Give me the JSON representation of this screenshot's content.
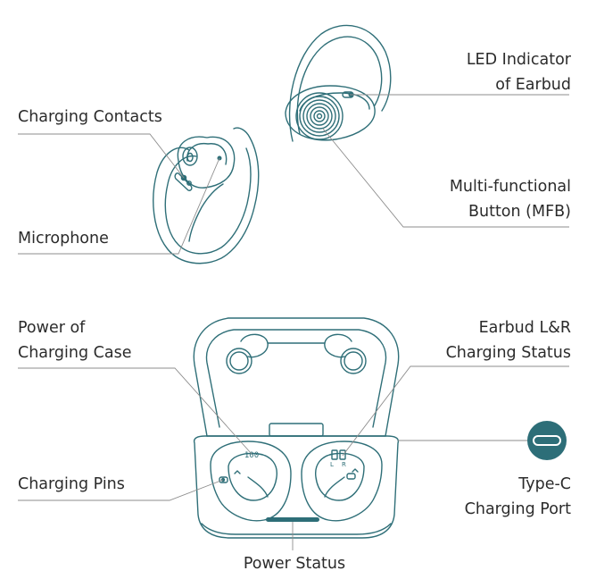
{
  "labels": {
    "charging_contacts": [
      "Charging Contacts"
    ],
    "microphone": [
      "Microphone"
    ],
    "led_indicator": [
      "LED Indicator",
      "of Earbud"
    ],
    "mfb": [
      "Multi-functional",
      "Button (MFB)"
    ],
    "power_of_case": [
      "Power of",
      "Charging Case"
    ],
    "earbud_status": [
      "Earbud L&R",
      "Charging Status"
    ],
    "charging_pins": [
      "Charging Pins"
    ],
    "type_c": [
      "Type-C",
      "Charging Port"
    ],
    "power_status": [
      "Power Status"
    ]
  },
  "case_display": {
    "power_readout": "100",
    "left_marker": "L",
    "right_marker": "R"
  },
  "colors": {
    "outline": "#2f6f78",
    "leader": "#8e8e8e",
    "text": "#2b2b2b",
    "port_badge": "#2d6e78",
    "power_status_bar": "#2d6e78"
  },
  "icons": {
    "type_c_badge": "usb-c-port-icon"
  }
}
